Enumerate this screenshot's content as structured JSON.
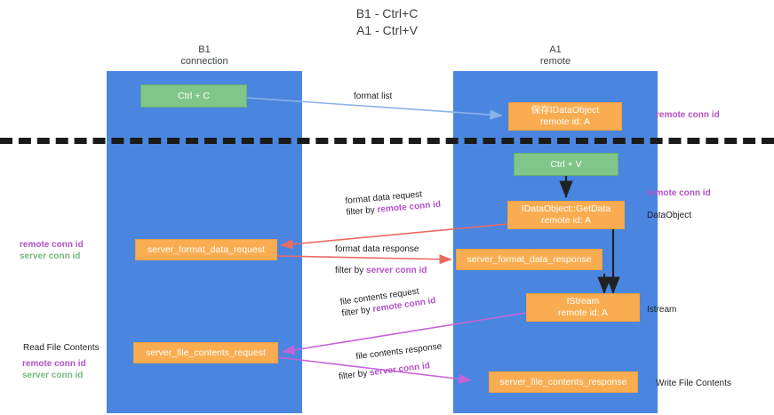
{
  "title": {
    "line1": "B1 - Ctrl+C",
    "line2": "A1 - Ctrl+V"
  },
  "columns": [
    {
      "name": "B1",
      "sub": "connection"
    },
    {
      "name": "A1",
      "sub": "remote"
    }
  ],
  "boxes": {
    "ctrl_c": {
      "line1": "Ctrl + C",
      "color": "#80c68a"
    },
    "ctrl_v": {
      "line1": "Ctrl + V",
      "color": "#80c68a"
    },
    "idataobject": {
      "line1": "保存IDataObject",
      "line2": "remote id: A",
      "color": "#f9ad50"
    },
    "getdata": {
      "line1": "IDataObject::GetData",
      "line2": "remote id: A",
      "color": "#f9ad50"
    },
    "format_data_request": {
      "line1": "server_format_data_request",
      "color": "#f9ad50"
    },
    "format_data_response": {
      "line1": "server_format_data_response",
      "color": "#f9ad50"
    },
    "istream": {
      "line1": "IStream",
      "line2": "remote id: A",
      "color": "#f9ad50"
    },
    "file_contents_request": {
      "line1": "server_file_contents_request",
      "color": "#f9ad50"
    },
    "file_contents_response": {
      "line1": "server_file_contents_response",
      "color": "#f9ad50"
    }
  },
  "arrow_labels": {
    "format_list": {
      "text": "format list"
    },
    "format_data_request": {
      "text": "format data request",
      "filter_prefix": "filter by ",
      "filter_key": "remote conn id"
    },
    "format_data_response": {
      "text": "format data response",
      "filter_prefix": "filter by ",
      "filter_key": "server conn id"
    },
    "file_contents_request": {
      "text": "file contents request",
      "filter_prefix": "filter by ",
      "filter_key": "remote conn id"
    },
    "file_contents_response": {
      "text": "file contents response",
      "filter_prefix": "filter by ",
      "filter_key": "server conn id"
    }
  },
  "right_labels": {
    "remote_conn_id_top": "remote conn id",
    "remote_conn_id_mid": "remote conn id",
    "dataobject": "DataObject",
    "istream": "Istream",
    "write_file_contents": "Write File Contents"
  },
  "left_labels": {
    "remote_conn_id_mid": "remote conn id",
    "server_conn_id_mid": "server conn id",
    "read_file_contents": "Read File Contents",
    "remote_conn_id_bottom": "remote conn id",
    "server_conn_id_bottom": "server conn id"
  },
  "colors": {
    "lane": "#4a86e0",
    "green_box": "#80c68a",
    "orange_box": "#f9ad50",
    "purple": "#b352c9",
    "green_text": "#73b97e",
    "blue_arrow": "#8ab4e8",
    "red_arrow": "#ea6a62",
    "magenta_arrow": "#c563d8",
    "black_arrow": "#202124",
    "divider": "#1b1b1b"
  }
}
